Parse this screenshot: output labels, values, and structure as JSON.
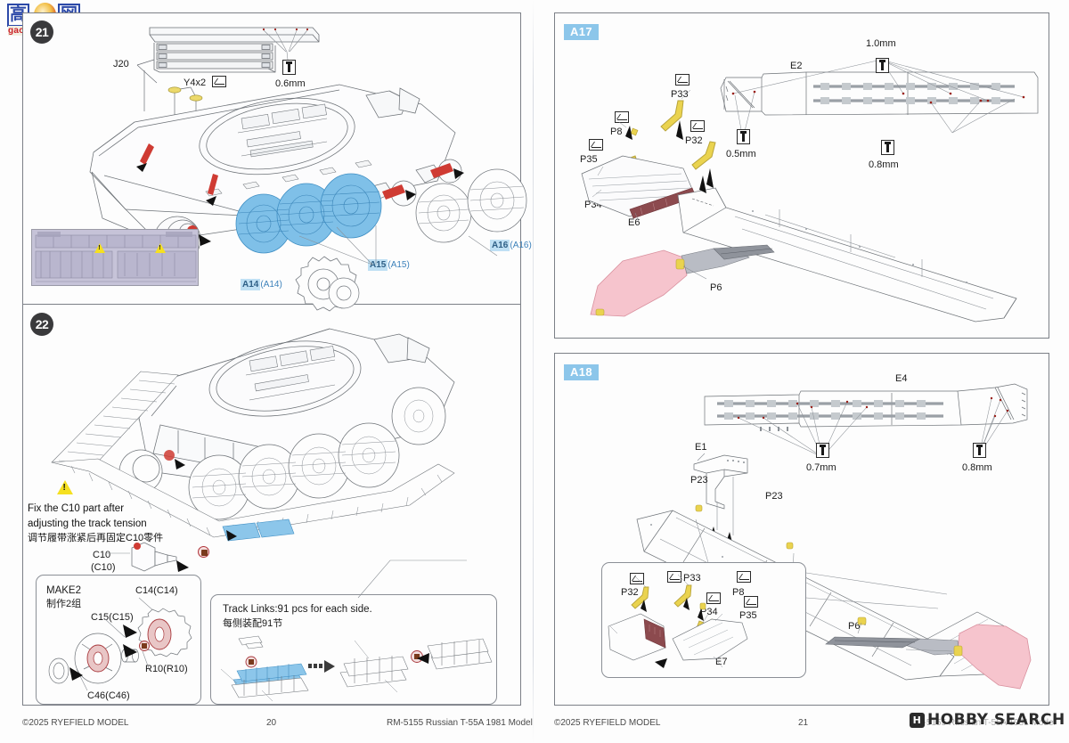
{
  "document": {
    "title": "RM-5155 Russian T-55A 1981 Model",
    "publisher": "©2025 RYEFIELD MODEL",
    "left_page_number": "20",
    "right_page_number": "21"
  },
  "watermarks": {
    "top_left_logo": {
      "char1": "高",
      "char2": "网",
      "domain": "gao.shou.com"
    },
    "bottom_right": {
      "mark": "H",
      "text": "HOBBY SEARCH"
    }
  },
  "footers": {
    "left": {
      "copyright": "©2025 RYEFIELD MODEL",
      "page": "20",
      "kit": "RM-5155 Russian T-55A 1981 Model"
    },
    "right": {
      "copyright": "©2025 RYEFIELD MODEL",
      "page": "21",
      "kit": "RM-5155 Russian T-55A 1981 Model"
    }
  },
  "step21": {
    "badge": "21",
    "labels": {
      "j20": "J20",
      "y4x2": "Y4x2",
      "drill_06": "0.6mm"
    },
    "parts": [
      {
        "id": "a14",
        "main": "A14",
        "paren": "(A14)"
      },
      {
        "id": "a15",
        "main": "A15",
        "paren": "(A15)"
      },
      {
        "id": "a16",
        "main": "A16",
        "paren": "(A16)"
      }
    ]
  },
  "step22": {
    "badge": "22",
    "warning_note": "Fix the C10 part after\nadjusting the track tension",
    "warning_note_cn": "调节履带涨紧后再固定C10零件",
    "c10": {
      "main": "C10",
      "paren": "(C10)"
    },
    "make_box": {
      "title": "MAKE2",
      "title_cn": "制作2组",
      "parts": [
        {
          "id": "c14",
          "label": "C14(C14)"
        },
        {
          "id": "c15",
          "label": "C15(C15)"
        },
        {
          "id": "r10",
          "label": "R10(R10)"
        },
        {
          "id": "c46",
          "label": "C46(C46)"
        }
      ]
    },
    "track_box": {
      "line1": "Track Links:91 pcs for each side.",
      "line2": "每侧装配91节"
    }
  },
  "panelA17": {
    "badge": "A17",
    "labels": {
      "p33": "P33",
      "p8": "P8",
      "p35": "P35",
      "p32": "P32",
      "p34": "P34",
      "e6": "E6",
      "e2": "E2",
      "p6": "P6",
      "drill_10": "1.0mm",
      "drill_05": "0.5mm",
      "drill_08": "0.8mm"
    }
  },
  "panelA18": {
    "badge": "A18",
    "labels": {
      "e4": "E4",
      "e1": "E1",
      "p23_a": "P23",
      "p23_b": "P23",
      "drill_07": "0.7mm",
      "drill_08": "0.8mm",
      "p6": "P6"
    },
    "inset": {
      "p32": "P32",
      "p33": "P33",
      "p8": "P8",
      "p34": "P34",
      "p35": "P35",
      "e7": "E7"
    }
  },
  "colors": {
    "badge_blue": "#8cc6ea",
    "highlight_blue": "#bfe0f4",
    "part_blue": "#6fb6e4",
    "warn_yellow": "#f5e020",
    "glue_red": "#b0363c",
    "pink_part": "#f6c4cd",
    "brass_yellow": "#ead34f",
    "frame_gray": "#7c8087"
  }
}
